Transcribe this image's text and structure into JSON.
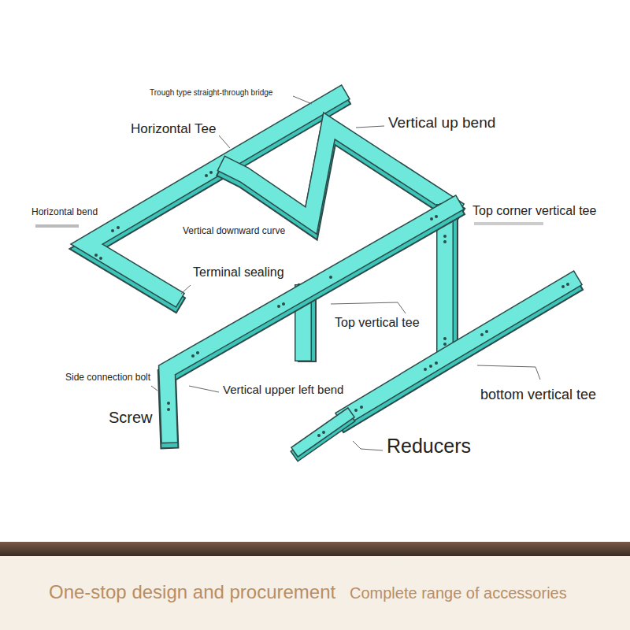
{
  "diagram": {
    "labels": [
      "Trough type straight-through bridge",
      "Horizontal Tee",
      "Vertical up bend",
      "Horizontal bend",
      "Top corner vertical tee",
      "Vertical downward curve",
      "Terminal sealing",
      "Top vertical tee",
      "Side connection bolt",
      "Vertical upper left bend",
      "Screw",
      "bottom vertical tee",
      "Reducers",
      "One-stop design and procurement",
      "Complete range of accessories"
    ]
  }
}
